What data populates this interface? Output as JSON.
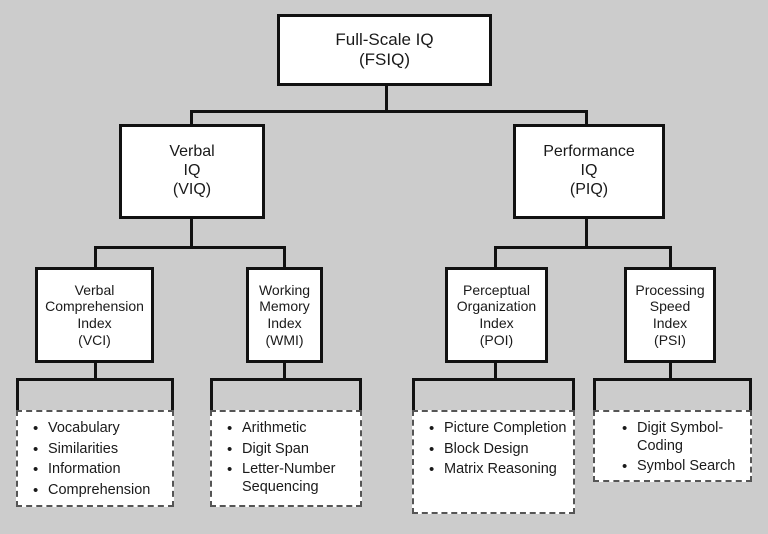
{
  "diagram": {
    "background_color": "#cccccc",
    "box_fill": "#ffffff",
    "line_color": "#111111",
    "dashed_border_color": "#555555",
    "bullet_glyph": "•"
  },
  "nodes": {
    "fsiq": {
      "label": "Full-Scale IQ\n(FSIQ)"
    },
    "viq": {
      "label": "Verbal\nIQ\n(VIQ)"
    },
    "piq": {
      "label": "Performance\nIQ\n(PIQ)"
    },
    "vci": {
      "label": "Verbal\nComprehension\nIndex\n(VCI)"
    },
    "wmi": {
      "label": "Working\nMemory\nIndex\n(WMI)"
    },
    "poi": {
      "label": "Perceptual\nOrganization\nIndex\n(POI)"
    },
    "psi": {
      "label": "Processing\nSpeed\nIndex\n(PSI)"
    }
  },
  "subtests": {
    "vci": [
      "Vocabulary",
      "Similarities",
      "Information",
      "Comprehension"
    ],
    "wmi": [
      "Arithmetic",
      "Digit Span",
      "Letter-Number Sequencing"
    ],
    "poi": [
      "Picture Completion",
      "Block Design",
      "Matrix Reasoning"
    ],
    "psi": [
      "Digit Symbol-Coding",
      "Symbol Search"
    ]
  }
}
